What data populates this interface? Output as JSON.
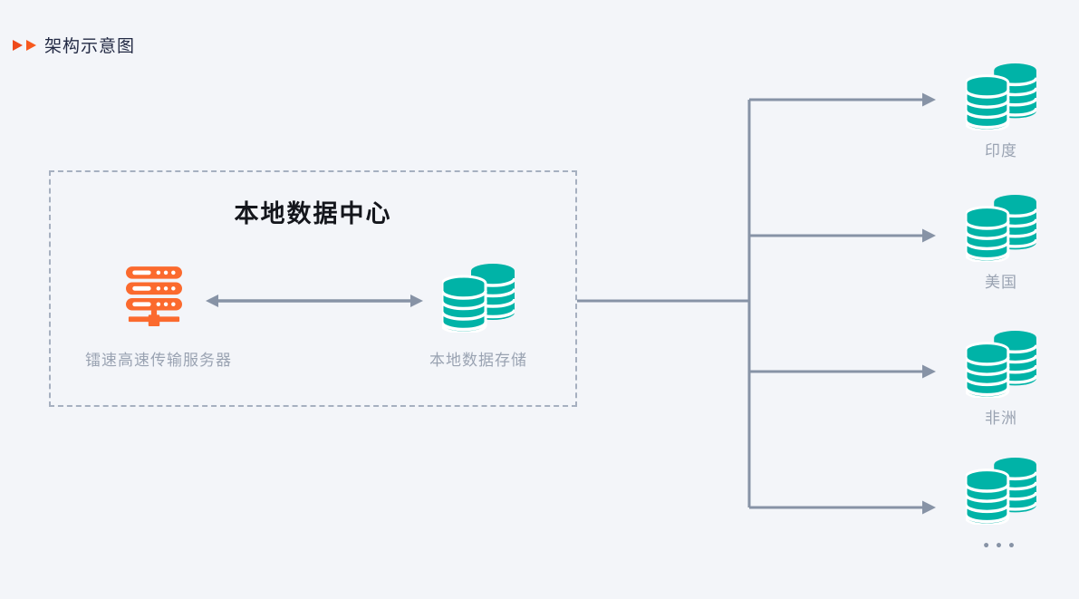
{
  "title": "架构示意图",
  "colors": {
    "accent_orange": "#fb6a2e",
    "accent_teal": "#00b3a7",
    "connector_gray": "#8793a6",
    "label_gray": "#9aa3b2",
    "background": "#f3f5f9"
  },
  "datacenter": {
    "title": "本地数据中心",
    "server_label": "镭速高速传输服务器",
    "storage_label": "本地数据存储"
  },
  "remote_sites": [
    {
      "label": "印度"
    },
    {
      "label": "美国"
    },
    {
      "label": "非洲"
    },
    {
      "label": "•••"
    }
  ]
}
